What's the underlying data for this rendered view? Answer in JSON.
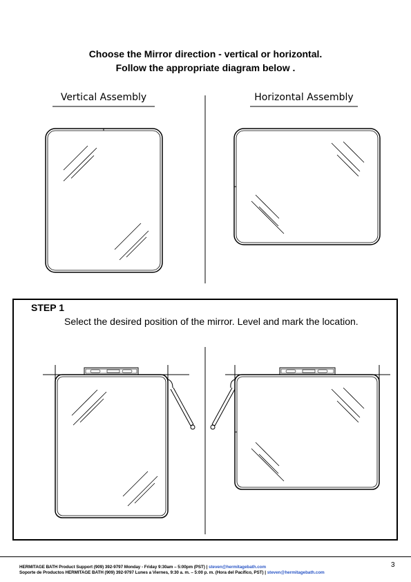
{
  "heading": {
    "line1": "Choose the Mirror direction - vertical or horizontal.",
    "line2": "Follow the appropriate diagram below ."
  },
  "sections": {
    "vertical": "Vertical Assembly",
    "horizontal": "Horizontal Assembly"
  },
  "step": {
    "title": "STEP 1",
    "text": "Select the desired position of the mirror. Level and mark the location."
  },
  "footer": {
    "line1_text": "HERMITAGE BATH Product Support (909) 392-9797 Monday - Friday 9:30am – 5:00pm (PST) |",
    "line1_email": "steven@hermitagebath.com",
    "line2_text": "Soporte de Productos HERMITAGE BATH (909) 392-9797 Lunes a Viernes, 9:30 a. m. – 5:00 p. m. (Hora del Pacífico, PST) |",
    "line2_email": "steven@hermitagebath.com",
    "page_number": "3"
  }
}
